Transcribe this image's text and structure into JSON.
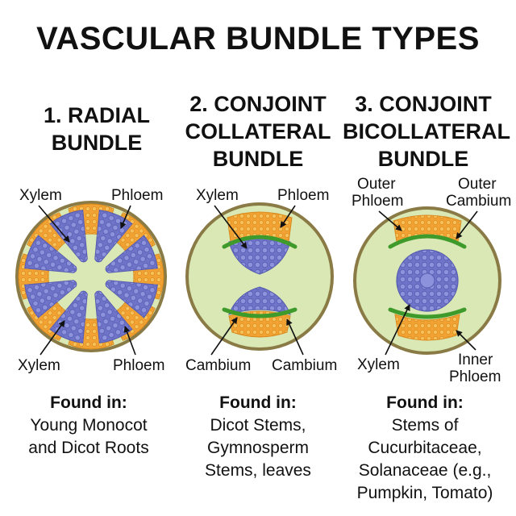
{
  "title": "VASCULAR BUNDLE TYPES",
  "columns": [
    {
      "heading_lines": [
        "1. RADIAL",
        "BUNDLE"
      ],
      "labels": {
        "top_left": "Xylem",
        "top_right": "Phloem",
        "bottom_left": "Xylem",
        "bottom_right": "Phloem"
      },
      "found_in_label": "Found in:",
      "found_in_lines": [
        "Young Monocot",
        "and Dicot Roots"
      ]
    },
    {
      "heading_lines": [
        "2. CONJOINT",
        "COLLATERAL",
        "BUNDLE"
      ],
      "labels": {
        "top_left": "Xylem",
        "top_right": "Phloem",
        "bottom_left": "Cambium",
        "bottom_right": "Cambium"
      },
      "found_in_label": "Found in:",
      "found_in_lines": [
        "Dicot Stems,",
        "Gymnosperm",
        "Stems, leaves"
      ]
    },
    {
      "heading_lines": [
        "3. CONJOINT",
        "BICOLLATERAL",
        "BUNDLE"
      ],
      "labels": {
        "top_left_1": "Outer",
        "top_left_2": "Phloem",
        "top_right_1": "Outer",
        "top_right_2": "Cambium",
        "bottom_left": "Xylem",
        "bottom_right_1": "Inner",
        "bottom_right_2": "Phloem"
      },
      "found_in_label": "Found in:",
      "found_in_lines": [
        "Stems of",
        "Cucurbitaceae,",
        "Solanaceae (e.g.,",
        "Pumpkin, Tomato)"
      ]
    }
  ],
  "colors": {
    "ground": "#d9e8b4",
    "ring": "#8a7a45",
    "xylem": "#6f74c9",
    "xylem_dot": "#8d92dc",
    "phloem": "#f2a232",
    "phloem_dot": "#f7c15a",
    "cambium": "#3f9a2c"
  }
}
